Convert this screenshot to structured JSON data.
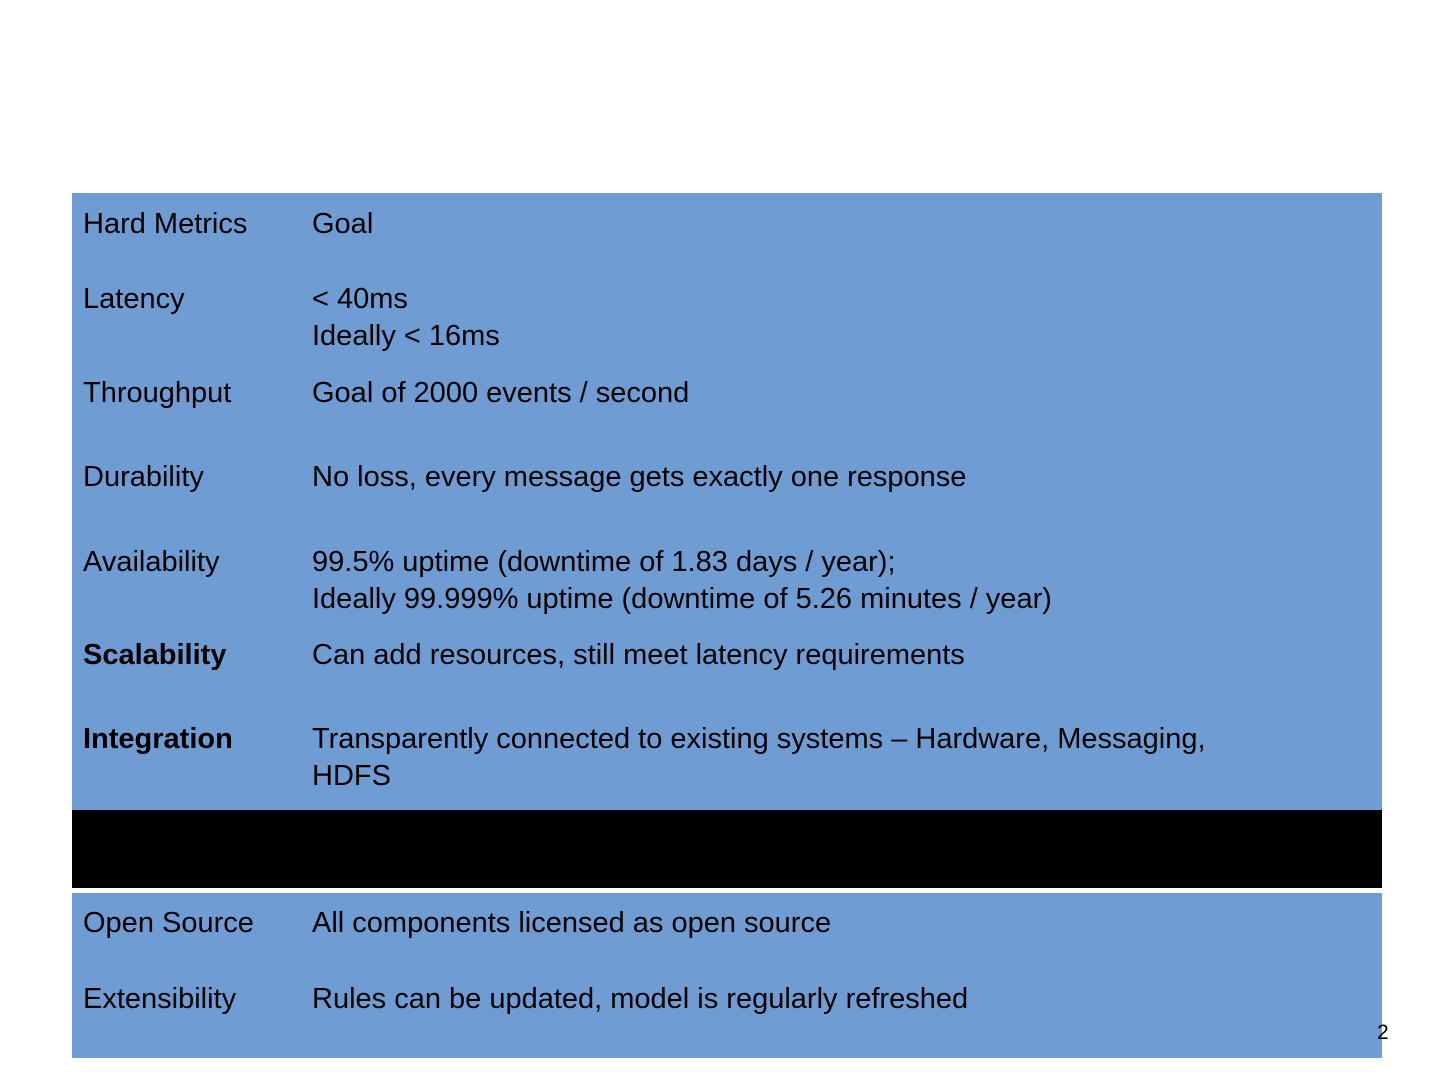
{
  "slide": {
    "number": "2",
    "background_color": "#ffffff",
    "table_color": "#709cd4",
    "separator_color": "#000000",
    "text_color": "#000000"
  },
  "table": {
    "header": {
      "label": "Hard Metrics",
      "value": "Goal"
    },
    "rows": [
      {
        "label": "Latency",
        "label_bold": false,
        "lines": [
          "< 40ms",
          "Ideally < 16ms"
        ]
      },
      {
        "label": "Throughput",
        "label_bold": false,
        "lines": [
          "Goal of 2000 events / second"
        ]
      },
      {
        "label": "Durability",
        "label_bold": false,
        "lines": [
          "No loss, every message gets exactly one response"
        ]
      },
      {
        "label": "Availability",
        "label_bold": false,
        "lines": [
          "99.5% uptime (downtime of 1.83 days / year);",
          "Ideally 99.999% uptime (downtime of 5.26 minutes / year)"
        ]
      },
      {
        "label": "Scalability",
        "label_bold": true,
        "lines": [
          "Can add resources, still meet latency requirements"
        ]
      },
      {
        "label": "Integration",
        "label_bold": true,
        "lines": [
          "Transparently connected to existing systems – Hardware, Messaging,",
          "HDFS"
        ]
      }
    ]
  },
  "table_bottom": {
    "rows": [
      {
        "label": "Open Source",
        "label_bold": false,
        "lines": [
          "All components licensed as open source"
        ]
      },
      {
        "label": "Extensibility",
        "label_bold": false,
        "lines": [
          "Rules can be updated, model is regularly refreshed"
        ]
      }
    ]
  }
}
